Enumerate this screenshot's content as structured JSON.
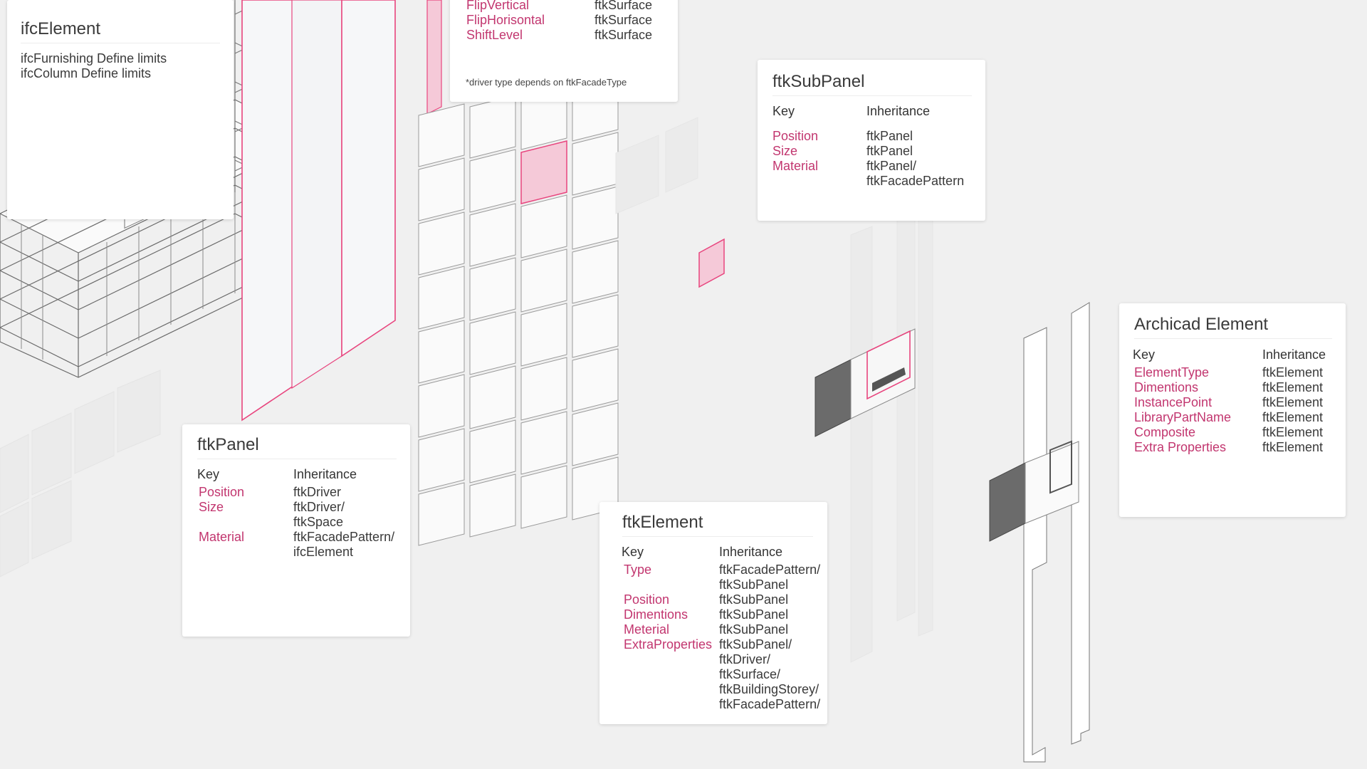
{
  "colors": {
    "accent": "#c2366f",
    "accent_line": "#e8457e",
    "accent_fill": "#f5c9d8",
    "panel_white": "#ffffff",
    "background": "#f0f0f0"
  },
  "cards": {
    "ifc_element": {
      "title": "ifcElement",
      "lines": [
        "ifcFurnishing Define limits",
        "ifcColumn Define limits"
      ]
    },
    "driver": {
      "rows": [
        {
          "key": "FlipVertical",
          "value": "ftkSurface"
        },
        {
          "key": "FlipHorisontal",
          "value": "ftkSurface"
        },
        {
          "key": "ShiftLevel",
          "value": "ftkSurface"
        }
      ],
      "note": "*driver type depends on ftkFacadeType"
    },
    "ftk_sub_panel": {
      "title": "ftkSubPanel",
      "key_header": "Key",
      "inheritance_header": "Inheritance",
      "rows": [
        {
          "key": "Position",
          "value": [
            "ftkPanel"
          ]
        },
        {
          "key": "Size",
          "value": [
            "ftkPanel"
          ]
        },
        {
          "key": "Material",
          "value": [
            "ftkPanel/",
            "ftkFacadePattern"
          ]
        }
      ]
    },
    "archicad_element": {
      "title": "Archicad Element",
      "key_header": "Key",
      "inheritance_header": "Inheritance",
      "rows": [
        {
          "key": "ElementType",
          "value": [
            "ftkElement"
          ]
        },
        {
          "key": "Dimentions",
          "value": [
            "ftkElement"
          ]
        },
        {
          "key": "InstancePoint",
          "value": [
            "ftkElement"
          ]
        },
        {
          "key": "LibraryPartName",
          "value": [
            "ftkElement"
          ]
        },
        {
          "key": "Composite",
          "value": [
            "ftkElement"
          ]
        },
        {
          "key": "Extra Properties",
          "value": [
            "ftkElement"
          ]
        }
      ]
    },
    "ftk_panel": {
      "title": "ftkPanel",
      "key_header": "Key",
      "inheritance_header": "Inheritance",
      "rows": [
        {
          "key": "Position",
          "value": [
            "ftkDriver"
          ]
        },
        {
          "key": "Size",
          "value": [
            "ftkDriver/",
            "ftkSpace"
          ]
        },
        {
          "key": "Material",
          "value": [
            "ftkFacadePattern/",
            "ifcElement"
          ]
        }
      ]
    },
    "ftk_element": {
      "title": "ftkElement",
      "key_header": "Key",
      "inheritance_header": "Inheritance",
      "rows": [
        {
          "key": "Type",
          "value": [
            "ftkFacadePattern/",
            "ftkSubPanel"
          ]
        },
        {
          "key": "Position",
          "value": [
            "ftkSubPanel"
          ]
        },
        {
          "key": "Dimentions",
          "value": [
            "ftkSubPanel"
          ]
        },
        {
          "key": "Meterial",
          "value": [
            "ftkSubPanel"
          ]
        },
        {
          "key": "ExtraProperties",
          "value": [
            "ftkSubPanel/",
            "ftkDriver/",
            "ftkSurface/",
            "ftkBuildingStorey/",
            "ftkFacadePattern/"
          ]
        }
      ]
    }
  }
}
